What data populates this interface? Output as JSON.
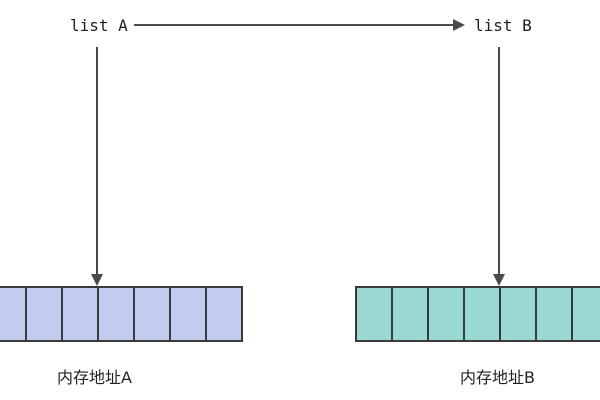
{
  "labels": {
    "list_a": "list A",
    "list_b": "list B",
    "memory_a": "内存地址A",
    "memory_b": "内存地址B"
  },
  "colors": {
    "block_a_fill": "#c3cdf0",
    "block_b_fill": "#9ad9d3",
    "arrow": "#4a4a4a",
    "border": "#3a3a3a"
  },
  "blocks": {
    "a_cells": 7,
    "b_cells": 7
  }
}
